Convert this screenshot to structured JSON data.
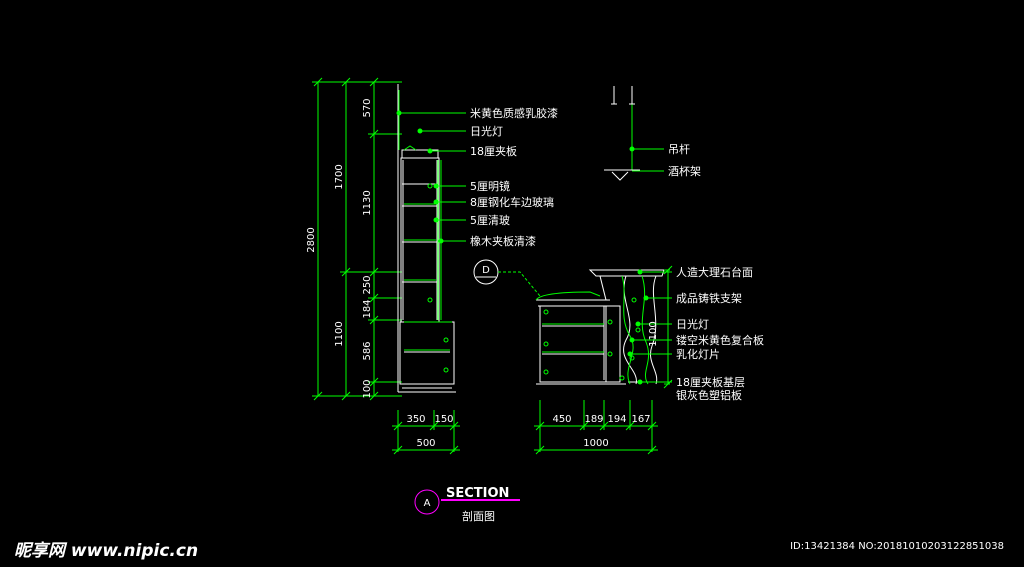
{
  "colors": {
    "background": "#000000",
    "linework": "#ffffff",
    "annotation": "#00ff00",
    "title_circle": "#ff00ff"
  },
  "left_section": {
    "vertical_dims": [
      "2800",
      "1700",
      "1100",
      "570",
      "1130",
      "250",
      "184",
      "586",
      "100"
    ],
    "horizontal_dims": [
      "350",
      "150",
      "500"
    ],
    "labels": [
      "米黄色质感乳胶漆",
      "日光灯",
      "18厘夹板",
      "5厘明镜",
      "8厘钢化车边玻璃",
      "5厘清玻",
      "橡木夹板清漆"
    ]
  },
  "right_section": {
    "vertical_dims": [
      "1100"
    ],
    "horizontal_dims": [
      "450",
      "189",
      "194",
      "167",
      "1000"
    ],
    "labels": [
      "吊杆",
      "酒杯架",
      "人造大理石台面",
      "成品铸铁支架",
      "日光灯",
      "镂空米黄色复合板",
      "乳化灯片",
      "18厘夹板基层",
      "银灰色塑铝板"
    ],
    "detail_marker": "D"
  },
  "title": {
    "marker": "A",
    "heading": "SECTION",
    "subheading": "剖面图"
  },
  "watermark": {
    "logo": "昵享网 www.nipic.cn",
    "id": "ID:13421384 NO:20181010203122851038"
  }
}
